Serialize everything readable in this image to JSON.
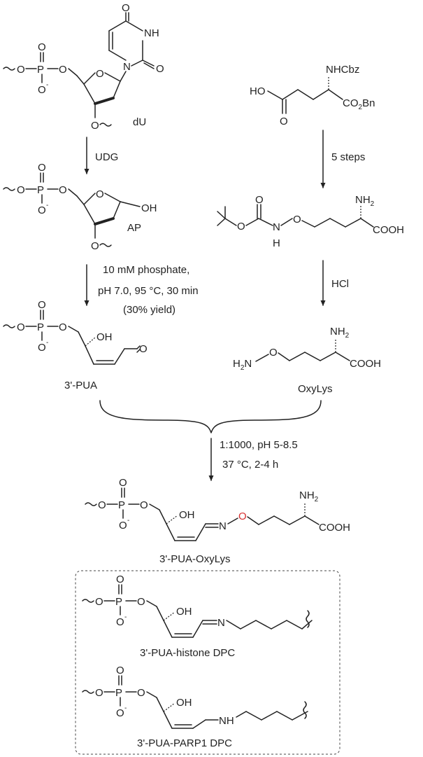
{
  "labels": {
    "dU": "dU",
    "AP": "AP",
    "pua": "3'-PUA",
    "oxylys": "OxyLys",
    "pua_oxylys": "3'-PUA-OxyLys",
    "histone": "3'-PUA-histone DPC",
    "parp1": "3'-PUA-PARP1 DPC"
  },
  "conditions": {
    "udg": "UDG",
    "steps": "5 steps",
    "hcl": "HCl",
    "beta_line1": "10 mM phosphate,",
    "beta_line2": "pH 7.0, 95 °C, 30 min",
    "beta_line3": "(30% yield)",
    "coupling_line1": "1:1000, pH 5-8.5",
    "coupling_line2": "37 °C, 2-4 h"
  },
  "atoms": {
    "O": "O",
    "P": "P",
    "O_minus": "O",
    "minus": "-",
    "NH": "NH",
    "N": "N",
    "H": "H",
    "OH": "OH",
    "HO": "HO",
    "NHCbz": "NHCbz",
    "CO2Bn": "CO",
    "sub2": "2",
    "Bn": "Bn",
    "NH2": "NH",
    "H2N": "H",
    "COOH": "COOH"
  },
  "colors": {
    "ink": "#222222",
    "highlight_oxygen": "#d72f2f"
  }
}
